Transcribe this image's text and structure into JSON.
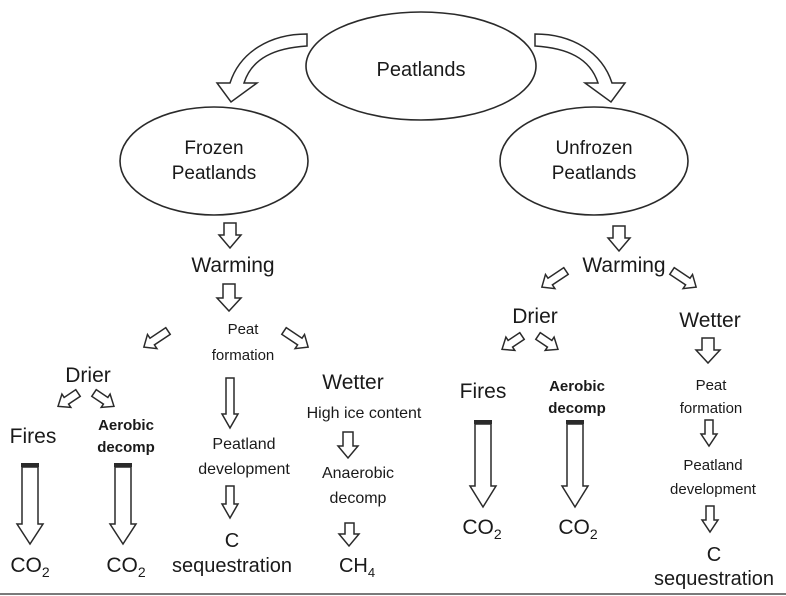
{
  "nodes": {
    "root": "Peatlands",
    "frozen": [
      "Frozen",
      "Peatlands"
    ],
    "unfrozen": [
      "Unfrozen",
      "Peatlands"
    ]
  },
  "frozen_branch": {
    "warming": "Warming",
    "peat_formation": [
      "Peat",
      "formation"
    ],
    "drier": "Drier",
    "wetter": "Wetter",
    "fires": "Fires",
    "aerobic": [
      "Aerobic",
      "decomp"
    ],
    "fires_output": {
      "base": "CO",
      "sub": "2"
    },
    "aerobic_output": {
      "base": "CO",
      "sub": "2"
    },
    "peatland_development": [
      "Peatland",
      "development"
    ],
    "c_sequestration": [
      "C",
      "sequestration"
    ],
    "high_ice": "High ice content",
    "anaerobic": [
      "Anaerobic",
      "decomp"
    ],
    "anaerobic_output": {
      "base": "CH",
      "sub": "4"
    }
  },
  "unfrozen_branch": {
    "warming": "Warming",
    "drier": "Drier",
    "wetter": "Wetter",
    "fires": "Fires",
    "aerobic": [
      "Aerobic",
      "decomp"
    ],
    "fires_output": {
      "base": "CO",
      "sub": "2"
    },
    "aerobic_output": {
      "base": "CO",
      "sub": "2"
    },
    "peat_formation": [
      "Peat",
      "formation"
    ],
    "peatland_development": [
      "Peatland",
      "development"
    ],
    "c_sequestration": [
      "C",
      "sequestration"
    ]
  },
  "colors": {
    "stroke": "#2a2a2a",
    "text": "#1a1a1a",
    "background": "#ffffff"
  }
}
